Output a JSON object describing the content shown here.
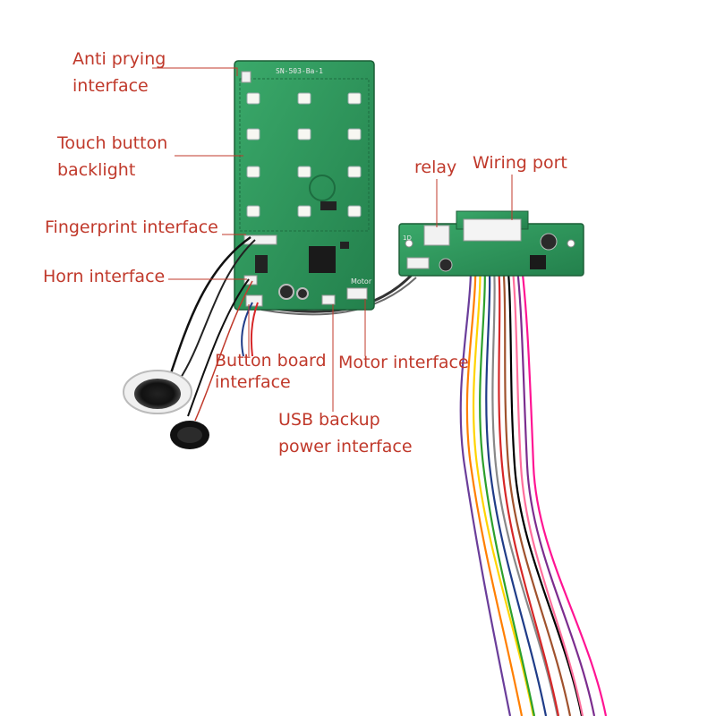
{
  "labels": {
    "anti_prying_1": "Anti prying",
    "anti_prying_2": "interface",
    "touch_backlight_1": "Touch button",
    "touch_backlight_2": "backlight",
    "fingerprint": "Fingerprint interface",
    "horn": "Horn interface",
    "button_board_1": "Button board",
    "button_board_2": "interface",
    "usb_backup_1": "USB backup",
    "usb_backup_2": "power interface",
    "motor": "Motor interface",
    "relay": "relay",
    "wiring_port": "Wiring port"
  },
  "colors": {
    "label": "#c0392b",
    "leader": "#c0392b",
    "pcb": "#2e8b57",
    "pcb_dark": "#1f6b3f",
    "silkscreen": "#e8e8e8"
  },
  "board_text": {
    "main_board_id": "SN-503-Ba-1",
    "motor_silk": "Motor",
    "relay_silk": "1D"
  },
  "wire_colors": [
    "#6a3d9a",
    "#ff7f00",
    "#ffd400",
    "#2ca02c",
    "#1f3c88",
    "#888888",
    "#d62728",
    "#a0522d",
    "#000000",
    "#ff6f9c",
    "#7b2d8e",
    "#ff1493"
  ]
}
